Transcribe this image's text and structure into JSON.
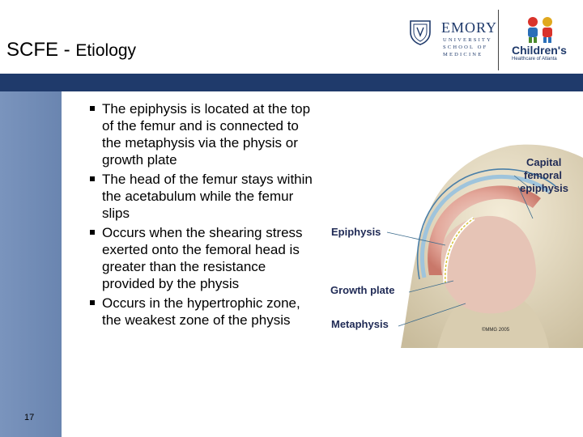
{
  "header": {
    "title_main": "SCFE - ",
    "title_sub": "Etiology"
  },
  "logos": {
    "emory_name": "EMORY",
    "emory_lines": [
      "UNIVERSITY",
      "SCHOOL OF",
      "MEDICINE"
    ],
    "childrens_name": "Children's",
    "childrens_tagline": "Healthcare of Atlanta"
  },
  "bullets": [
    "The epiphysis is located at the top of the femur and is connected to the metaphysis via the physis or growth plate",
    "The head of the femur stays within the acetabulum while the femur slips",
    "Occurs when the shearing stress exerted onto the femoral head is greater than the resistance provided by the physis",
    "Occurs in the hypertrophic zone, the weakest zone of the physis"
  ],
  "figure": {
    "labels": {
      "capital_1": "Capital",
      "capital_2": "femoral",
      "capital_3": "epiphysis",
      "epiphysis": "Epiphysis",
      "growth_plate": "Growth plate",
      "metaphysis": "Metaphysis",
      "copyright": "©MMG 2005"
    }
  },
  "footer": {
    "page_number": "17"
  },
  "colors": {
    "header_bar": "#1f3a6b",
    "side_strip": "#6f8ab4"
  }
}
